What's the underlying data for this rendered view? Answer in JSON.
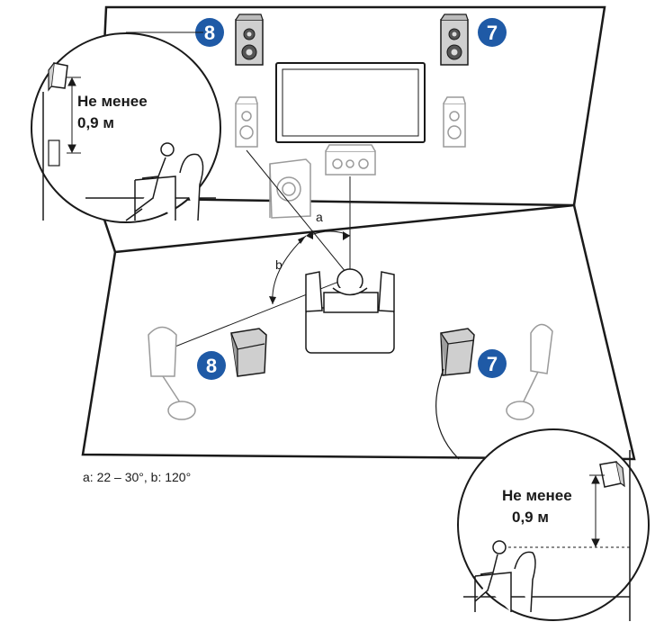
{
  "layout_title": "",
  "badges": {
    "front_left_height": "8",
    "front_right_height": "7",
    "surround_back_left": "8",
    "surround_back_right": "7"
  },
  "labels": {
    "angle_a": "a",
    "angle_b": "b"
  },
  "height_note_left": {
    "line1": "Не менее",
    "line2": "0,9 м"
  },
  "height_note_right": {
    "line1": "Не менее",
    "line2": "0,9 м"
  },
  "angles_caption": "a: 22 – 30°, b: 120°",
  "colors": {
    "badge_fill": "#1f5aa6",
    "line": "#1a1a1a",
    "ghost": "#9a9a9a",
    "speaker_dark": "#555555",
    "speaker_fill": "#d8d8d8"
  }
}
